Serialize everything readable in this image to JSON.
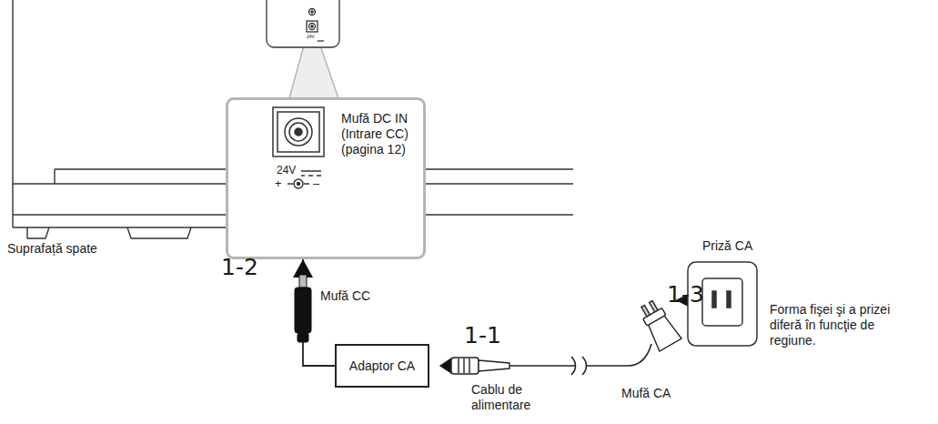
{
  "diagram": {
    "nodes": [
      {
        "text": [
          "Mufă DC IN (Intrare CC) (pagina 12)"
        ]
      },
      {
        "text": [
          "Adaptor CA"
        ]
      }
    ],
    "edges": [
      {
        "from": 1,
        "to": 0,
        "arrow": "to"
      }
    ],
    "labels": [
      "24V",
      "24V",
      "+",
      "–",
      "Suprafață spate",
      "1-2",
      "Mufă CC",
      "1-1",
      "Cablu de alimentare",
      "Mufă CA",
      "1-3",
      "Priză CA",
      "Forma fişei şi a prizei diferă în funcţie de regiune."
    ]
  }
}
